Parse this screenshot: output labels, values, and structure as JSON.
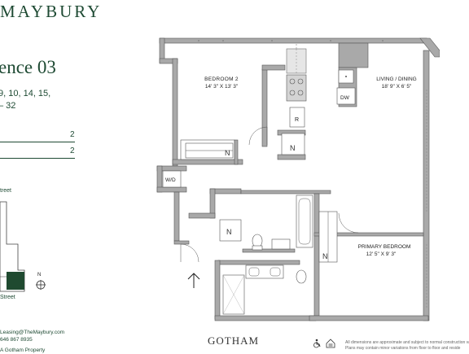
{
  "brand": {
    "name": "MAYBURY"
  },
  "residence": {
    "title": "ence 03",
    "floors_line1": "9, 10, 14, 15,",
    "floors_line2": "– 32"
  },
  "stats": [
    {
      "value": "2"
    },
    {
      "value": "2"
    }
  ],
  "site_plan": {
    "street_top": "treet",
    "street_bottom": "Street",
    "north": "N"
  },
  "contact": {
    "email": "Leasing@TheMaybury.com",
    "phone": "646 867 8935",
    "company": "A Gotham Property"
  },
  "footer": {
    "logo": "GOTHAM",
    "disclaimer_line1": "All dimensions are approximate and subject to normal construction va",
    "disclaimer_line2": "Plans may contain minor variations from floor to floor and reside"
  },
  "rooms": {
    "bedroom2_name": "BEDROOM 2",
    "bedroom2_dims": "14' 3\" X 13' 3\"",
    "living_name": "LIVING / DINING",
    "living_dims": "18' 9\" X 6' 5\"",
    "primary_name": "PRIMARY BEDROOM",
    "primary_dims": "12' 5\" X 9' 3\""
  },
  "appliances": {
    "dw": "DW",
    "refrigerator": "R",
    "washer_dryer": "W/D"
  },
  "colors": {
    "brand_green": "#1e4a33",
    "wall_gray": "#a9a9a9",
    "fixture_gray": "#cfcfcf",
    "site_green": "#1f4a30"
  }
}
